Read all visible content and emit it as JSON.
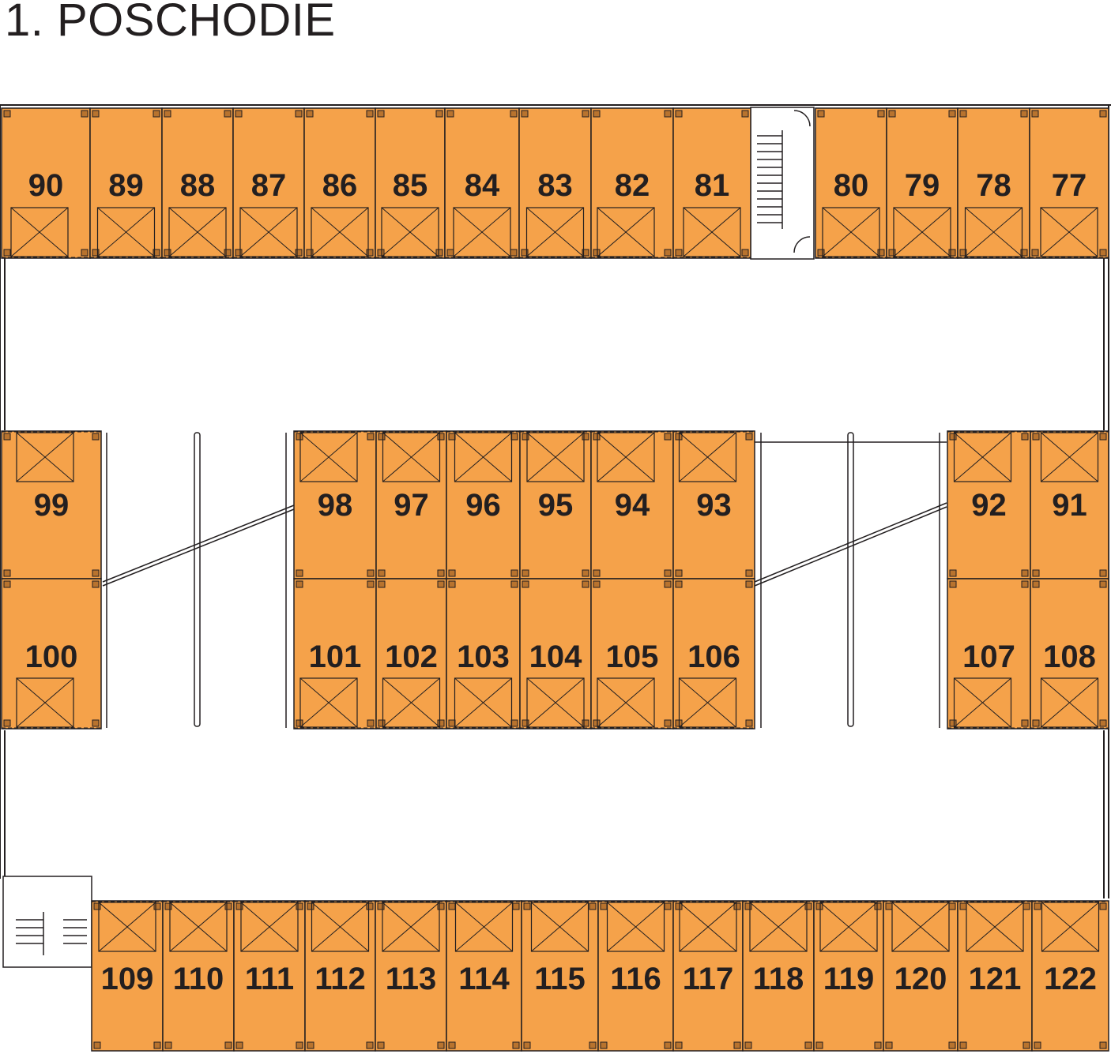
{
  "title": "1. POSCHODIE",
  "colors": {
    "unit_fill": "#f5a24a",
    "line": "#231f20",
    "background": "#ffffff"
  },
  "rows": {
    "top": [
      "90",
      "89",
      "88",
      "87",
      "86",
      "85",
      "84",
      "83",
      "82",
      "81",
      "80",
      "79",
      "78",
      "77"
    ],
    "middle_upper_left": [
      "99"
    ],
    "middle_upper_center": [
      "98",
      "97",
      "96",
      "95",
      "94",
      "93"
    ],
    "middle_upper_right": [
      "92",
      "91"
    ],
    "middle_lower_left": [
      "100"
    ],
    "middle_lower_center": [
      "101",
      "102",
      "103",
      "104",
      "105",
      "106"
    ],
    "middle_lower_right": [
      "107",
      "108"
    ],
    "bottom": [
      "109",
      "110",
      "111",
      "112",
      "113",
      "114",
      "115",
      "116",
      "117",
      "118",
      "119",
      "120",
      "121",
      "122"
    ]
  },
  "icons": {
    "stair": "staircase-icon",
    "storage": "storage-box-icon",
    "column": "column-icon"
  }
}
